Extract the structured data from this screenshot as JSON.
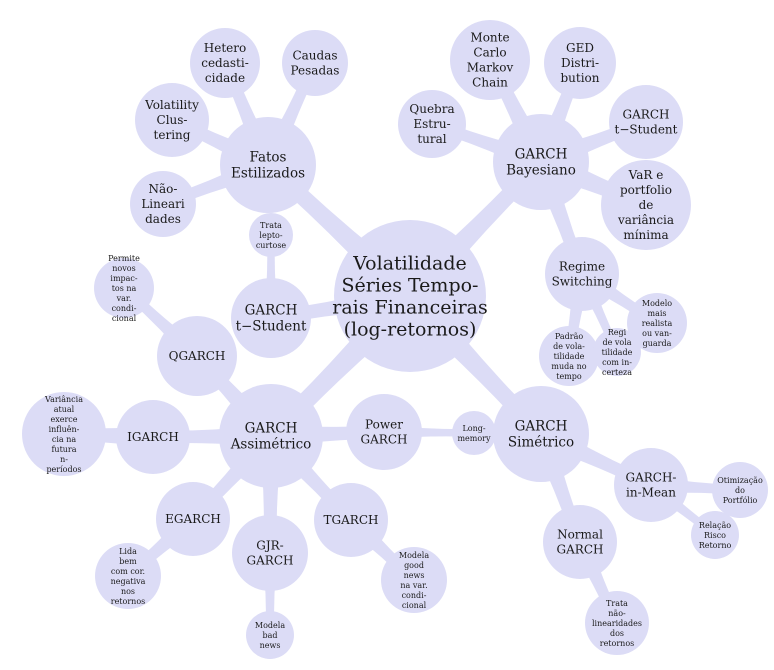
{
  "diagram": {
    "fill_color": "#dcdcf6",
    "text_color": "#1a1a1a",
    "center": {
      "lines": [
        "Volatilidade",
        "Séries Tempo-",
        "rais Financeiras",
        "(log-retornos)"
      ]
    },
    "nodes": [
      {
        "id": "fatos-estilizados",
        "lines": [
          "Fatos",
          "Estilizados"
        ]
      },
      {
        "id": "hetero",
        "lines": [
          "Hetero",
          "cedasti-",
          "cidade"
        ]
      },
      {
        "id": "caudas-pesadas",
        "lines": [
          "Caudas",
          "Pesadas"
        ]
      },
      {
        "id": "volatility-clustering",
        "lines": [
          "Volatility",
          "Clus-",
          "tering"
        ]
      },
      {
        "id": "nao-linearidades",
        "lines": [
          "Não-",
          "Lineari",
          "dades"
        ]
      },
      {
        "id": "trata-leptocurtose",
        "lines": [
          "Trata",
          "lepto-",
          "curtose"
        ]
      },
      {
        "id": "garch-t-student-left",
        "lines": [
          "GARCH",
          "t−Student"
        ]
      },
      {
        "id": "garch-bayesiano",
        "lines": [
          "GARCH",
          "Bayesiano"
        ]
      },
      {
        "id": "monte-carlo",
        "lines": [
          "Monte",
          "Carlo",
          "Markov",
          "Chain"
        ]
      },
      {
        "id": "ged",
        "lines": [
          "GED",
          "Distri-",
          "bution"
        ]
      },
      {
        "id": "quebra-estrutural",
        "lines": [
          "Quebra",
          "Estru-",
          "tural"
        ]
      },
      {
        "id": "garch-t-student-right",
        "lines": [
          "GARCH",
          "t−Student"
        ]
      },
      {
        "id": "var-portfolio",
        "lines": [
          "VaR e",
          "portfolio",
          "de",
          "variância",
          "mínima"
        ]
      },
      {
        "id": "regime-switching",
        "lines": [
          "Regime",
          "Switching"
        ]
      },
      {
        "id": "padrao-volatilidade",
        "lines": [
          "Padrão",
          "de vola-",
          "tilidade",
          "muda no",
          "tempo"
        ]
      },
      {
        "id": "regime-volatilidade",
        "lines": [
          "Regi",
          "de vola",
          "tilidade",
          "com in-",
          "certeza"
        ]
      },
      {
        "id": "modelo-realista",
        "lines": [
          "Modelo",
          "mais",
          "realista",
          "ou van-",
          "guarda"
        ]
      },
      {
        "id": "qgarch",
        "lines": [
          "QGARCH"
        ]
      },
      {
        "id": "permite-novos-impactos",
        "lines": [
          "Permite",
          "novos",
          "impac-",
          "tos na",
          "var.",
          "condi-",
          "cional"
        ]
      },
      {
        "id": "garch-assimetrico",
        "lines": [
          "GARCH",
          "Assimétrico"
        ]
      },
      {
        "id": "igarch",
        "lines": [
          "IGARCH"
        ]
      },
      {
        "id": "variancia-atual",
        "lines": [
          "Variância",
          "atual",
          "exerce",
          "influên-",
          "cia na",
          "futura",
          "n-",
          "períodos"
        ]
      },
      {
        "id": "egarch",
        "lines": [
          "EGARCH"
        ]
      },
      {
        "id": "lida-bem",
        "lines": [
          "Lida",
          "bem",
          "com cor.",
          "negativa",
          "nos",
          "retornos"
        ]
      },
      {
        "id": "gjr-garch",
        "lines": [
          "GJR-",
          "GARCH"
        ]
      },
      {
        "id": "modela-bad-news",
        "lines": [
          "Modela",
          "bad",
          "news"
        ]
      },
      {
        "id": "tgarch",
        "lines": [
          "TGARCH"
        ]
      },
      {
        "id": "modela-good-news",
        "lines": [
          "Modela",
          "good",
          "news",
          "na var.",
          "condi-",
          "cional"
        ]
      },
      {
        "id": "power-garch",
        "lines": [
          "Power",
          "GARCH"
        ]
      },
      {
        "id": "long-memory",
        "lines": [
          "Long-",
          "memory"
        ]
      },
      {
        "id": "garch-simetrico",
        "lines": [
          "GARCH",
          "Simétrico"
        ]
      },
      {
        "id": "garch-in-mean",
        "lines": [
          "GARCH-",
          "in-Mean"
        ]
      },
      {
        "id": "otimizacao-portfolio",
        "lines": [
          "Otimização",
          "do",
          "Portfólio"
        ]
      },
      {
        "id": "relacao-risco-retorno",
        "lines": [
          "Relação",
          "Risco",
          "Retorno"
        ]
      },
      {
        "id": "normal-garch",
        "lines": [
          "Normal",
          "GARCH"
        ]
      },
      {
        "id": "trata-nao-linearidades",
        "lines": [
          "Trata",
          "não-",
          "linearidades",
          "dos",
          "retornos"
        ]
      }
    ]
  }
}
